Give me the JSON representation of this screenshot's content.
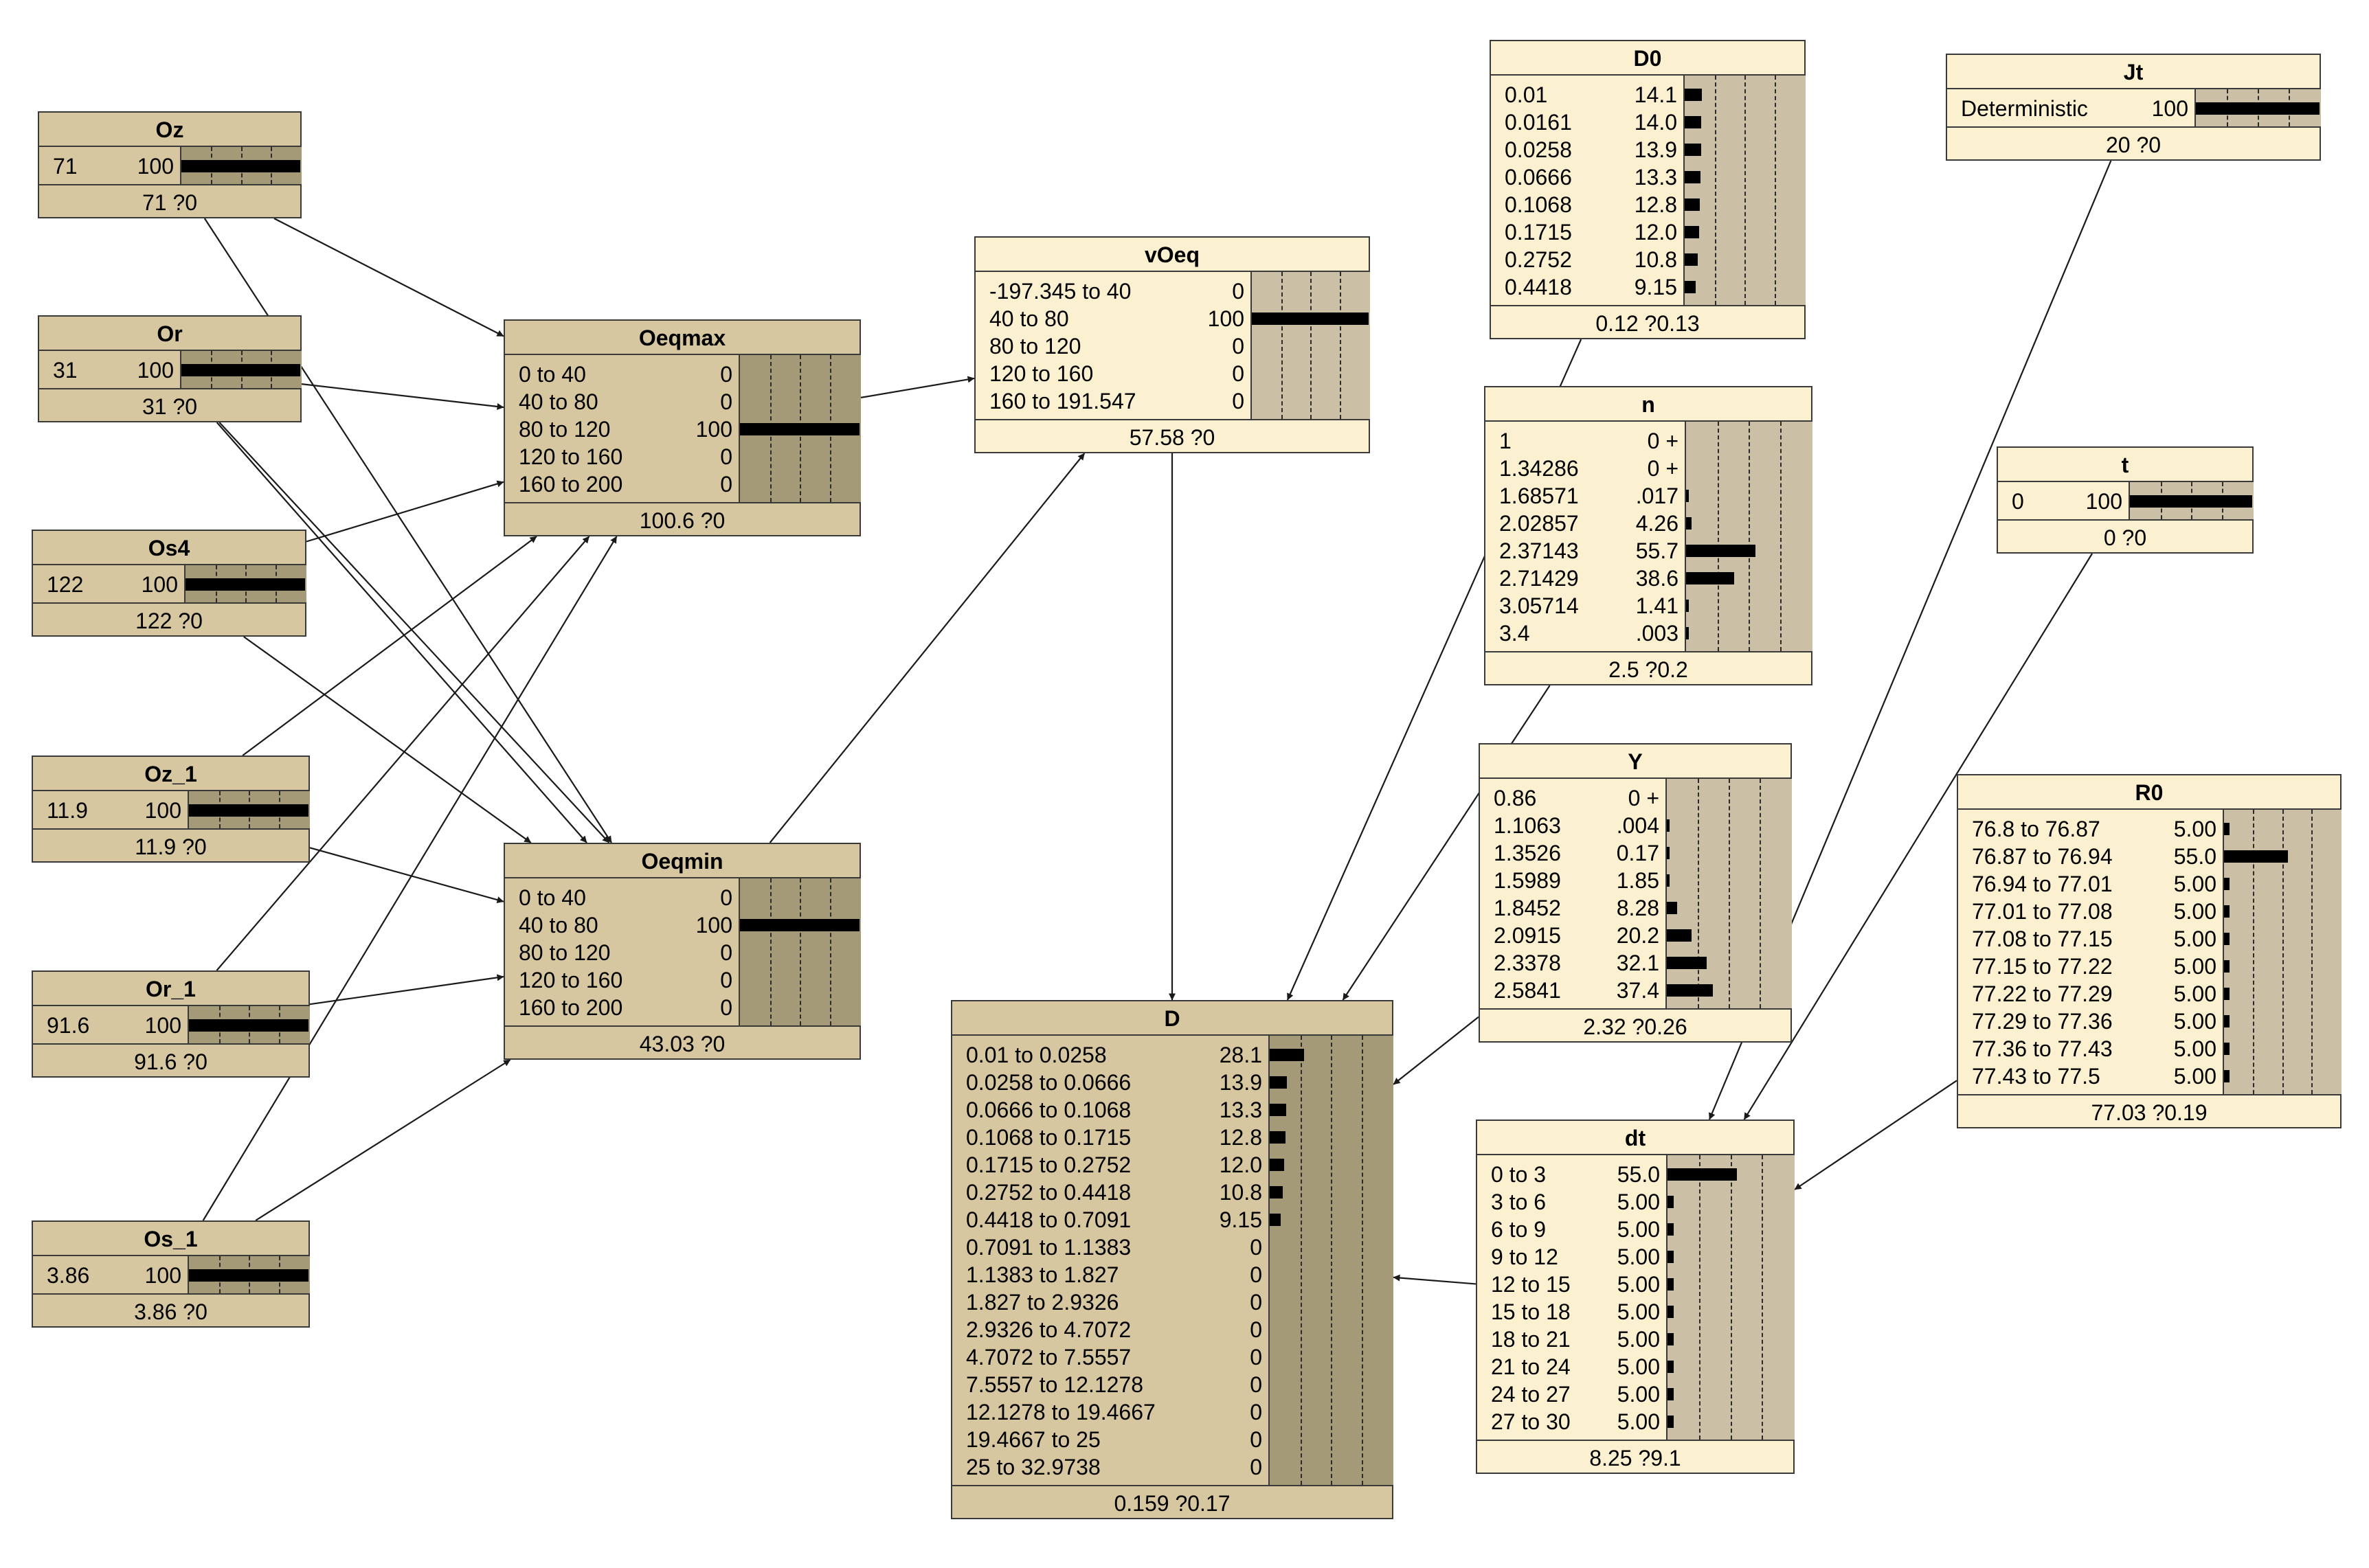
{
  "nodes": [
    {
      "id": "Oz",
      "title": "Oz",
      "style": "tan",
      "states": [
        {
          "label": "71",
          "value": "100",
          "pct": 100
        }
      ],
      "footer": "71 ?0"
    },
    {
      "id": "Or",
      "title": "Or",
      "style": "tan",
      "states": [
        {
          "label": "31",
          "value": "100",
          "pct": 100
        }
      ],
      "footer": "31 ?0"
    },
    {
      "id": "Os4",
      "title": "Os4",
      "style": "tan",
      "states": [
        {
          "label": "122",
          "value": "100",
          "pct": 100
        }
      ],
      "footer": "122 ?0"
    },
    {
      "id": "Oz_1",
      "title": "Oz_1",
      "style": "tan",
      "states": [
        {
          "label": "11.9",
          "value": "100",
          "pct": 100
        }
      ],
      "footer": "11.9 ?0"
    },
    {
      "id": "Or_1",
      "title": "Or_1",
      "style": "tan",
      "states": [
        {
          "label": "91.6",
          "value": "100",
          "pct": 100
        }
      ],
      "footer": "91.6 ?0"
    },
    {
      "id": "Os_1",
      "title": "Os_1",
      "style": "tan",
      "states": [
        {
          "label": "3.86",
          "value": "100",
          "pct": 100
        }
      ],
      "footer": "3.86 ?0"
    },
    {
      "id": "Oeqmax",
      "title": "Oeqmax",
      "style": "tan",
      "states": [
        {
          "label": "0 to 40",
          "value": "0",
          "pct": 0
        },
        {
          "label": "40 to 80",
          "value": "0",
          "pct": 0
        },
        {
          "label": "80 to 120",
          "value": "100",
          "pct": 100
        },
        {
          "label": "120 to 160",
          "value": "0",
          "pct": 0
        },
        {
          "label": "160 to 200",
          "value": "0",
          "pct": 0
        }
      ],
      "footer": "100.6 ?0"
    },
    {
      "id": "Oeqmin",
      "title": "Oeqmin",
      "style": "tan",
      "states": [
        {
          "label": "0 to 40",
          "value": "0",
          "pct": 0
        },
        {
          "label": "40 to 80",
          "value": "100",
          "pct": 100
        },
        {
          "label": "80 to 120",
          "value": "0",
          "pct": 0
        },
        {
          "label": "120 to 160",
          "value": "0",
          "pct": 0
        },
        {
          "label": "160 to 200",
          "value": "0",
          "pct": 0
        }
      ],
      "footer": "43.03 ?0"
    },
    {
      "id": "vOeq",
      "title": "vOeq",
      "style": "cream",
      "states": [
        {
          "label": "-197.345 to 40",
          "value": "0",
          "pct": 0
        },
        {
          "label": "40 to 80",
          "value": "100",
          "pct": 100
        },
        {
          "label": "80 to 120",
          "value": "0",
          "pct": 0
        },
        {
          "label": "120 to 160",
          "value": "0",
          "pct": 0
        },
        {
          "label": "160 to 191.547",
          "value": "0",
          "pct": 0
        }
      ],
      "footer": "57.58 ?0"
    },
    {
      "id": "D",
      "title": "D",
      "style": "tan",
      "states": [
        {
          "label": "0.01 to 0.0258",
          "value": "28.1",
          "pct": 28.1
        },
        {
          "label": "0.0258 to 0.0666",
          "value": "13.9",
          "pct": 13.9
        },
        {
          "label": "0.0666 to 0.1068",
          "value": "13.3",
          "pct": 13.3
        },
        {
          "label": "0.1068 to 0.1715",
          "value": "12.8",
          "pct": 12.8
        },
        {
          "label": "0.1715 to 0.2752",
          "value": "12.0",
          "pct": 12.0
        },
        {
          "label": "0.2752 to 0.4418",
          "value": "10.8",
          "pct": 10.8
        },
        {
          "label": "0.4418 to 0.7091",
          "value": "9.15",
          "pct": 9.15
        },
        {
          "label": "0.7091 to 1.1383",
          "value": "0",
          "pct": 0
        },
        {
          "label": "1.1383 to 1.827",
          "value": "0",
          "pct": 0
        },
        {
          "label": "1.827 to 2.9326",
          "value": "0",
          "pct": 0
        },
        {
          "label": "2.9326 to 4.7072",
          "value": "0",
          "pct": 0
        },
        {
          "label": "4.7072 to 7.5557",
          "value": "0",
          "pct": 0
        },
        {
          "label": "7.5557 to 12.1278",
          "value": "0",
          "pct": 0
        },
        {
          "label": "12.1278 to 19.4667",
          "value": "0",
          "pct": 0
        },
        {
          "label": "19.4667 to 25",
          "value": "0",
          "pct": 0
        },
        {
          "label": "25 to 32.9738",
          "value": "0",
          "pct": 0
        }
      ],
      "footer": "0.159 ?0.17"
    },
    {
      "id": "D0",
      "title": "D0",
      "style": "cream",
      "states": [
        {
          "label": "0.01",
          "value": "14.1",
          "pct": 14.1
        },
        {
          "label": "0.0161",
          "value": "14.0",
          "pct": 14.0
        },
        {
          "label": "0.0258",
          "value": "13.9",
          "pct": 13.9
        },
        {
          "label": "0.0666",
          "value": "13.3",
          "pct": 13.3
        },
        {
          "label": "0.1068",
          "value": "12.8",
          "pct": 12.8
        },
        {
          "label": "0.1715",
          "value": "12.0",
          "pct": 12.0
        },
        {
          "label": "0.2752",
          "value": "10.8",
          "pct": 10.8
        },
        {
          "label": "0.4418",
          "value": "9.15",
          "pct": 9.15
        }
      ],
      "footer": "0.12 ?0.13"
    },
    {
      "id": "n",
      "title": "n",
      "style": "cream",
      "states": [
        {
          "label": "1",
          "value": "0 +",
          "pct": 0
        },
        {
          "label": "1.34286",
          "value": "0 +",
          "pct": 0
        },
        {
          "label": "1.68571",
          "value": ".017",
          "pct": 0.017
        },
        {
          "label": "2.02857",
          "value": "4.26",
          "pct": 4.26
        },
        {
          "label": "2.37143",
          "value": "55.7",
          "pct": 55.7
        },
        {
          "label": "2.71429",
          "value": "38.6",
          "pct": 38.6
        },
        {
          "label": "3.05714",
          "value": "1.41",
          "pct": 1.41
        },
        {
          "label": "3.4",
          "value": ".003",
          "pct": 0.003
        }
      ],
      "footer": "2.5 ?0.2"
    },
    {
      "id": "Y",
      "title": "Y",
      "style": "cream",
      "states": [
        {
          "label": "0.86",
          "value": "0 +",
          "pct": 0
        },
        {
          "label": "1.1063",
          "value": ".004",
          "pct": 0.004
        },
        {
          "label": "1.3526",
          "value": "0.17",
          "pct": 0.17
        },
        {
          "label": "1.5989",
          "value": "1.85",
          "pct": 1.85
        },
        {
          "label": "1.8452",
          "value": "8.28",
          "pct": 8.28
        },
        {
          "label": "2.0915",
          "value": "20.2",
          "pct": 20.2
        },
        {
          "label": "2.3378",
          "value": "32.1",
          "pct": 32.1
        },
        {
          "label": "2.5841",
          "value": "37.4",
          "pct": 37.4
        }
      ],
      "footer": "2.32 ?0.26"
    },
    {
      "id": "Jt",
      "title": "Jt",
      "style": "cream",
      "states": [
        {
          "label": "Deterministic",
          "value": "100",
          "pct": 100
        }
      ],
      "footer": "20 ?0"
    },
    {
      "id": "t",
      "title": "t",
      "style": "cream",
      "states": [
        {
          "label": "0",
          "value": "100",
          "pct": 100
        }
      ],
      "footer": "0 ?0"
    },
    {
      "id": "R0",
      "title": "R0",
      "style": "cream",
      "states": [
        {
          "label": "76.8 to 76.87",
          "value": "5.00",
          "pct": 5
        },
        {
          "label": "76.87 to 76.94",
          "value": "55.0",
          "pct": 55
        },
        {
          "label": "76.94 to 77.01",
          "value": "5.00",
          "pct": 5
        },
        {
          "label": "77.01 to 77.08",
          "value": "5.00",
          "pct": 5
        },
        {
          "label": "77.08 to 77.15",
          "value": "5.00",
          "pct": 5
        },
        {
          "label": "77.15 to 77.22",
          "value": "5.00",
          "pct": 5
        },
        {
          "label": "77.22 to 77.29",
          "value": "5.00",
          "pct": 5
        },
        {
          "label": "77.29 to 77.36",
          "value": "5.00",
          "pct": 5
        },
        {
          "label": "77.36 to 77.43",
          "value": "5.00",
          "pct": 5
        },
        {
          "label": "77.43 to 77.5",
          "value": "5.00",
          "pct": 5
        }
      ],
      "footer": "77.03 ?0.19"
    },
    {
      "id": "dt",
      "title": "dt",
      "style": "cream",
      "states": [
        {
          "label": "0 to 3",
          "value": "55.0",
          "pct": 55
        },
        {
          "label": "3 to 6",
          "value": "5.00",
          "pct": 5
        },
        {
          "label": "6 to 9",
          "value": "5.00",
          "pct": 5
        },
        {
          "label": "9 to 12",
          "value": "5.00",
          "pct": 5
        },
        {
          "label": "12 to 15",
          "value": "5.00",
          "pct": 5
        },
        {
          "label": "15 to 18",
          "value": "5.00",
          "pct": 5
        },
        {
          "label": "18 to 21",
          "value": "5.00",
          "pct": 5
        },
        {
          "label": "21 to 24",
          "value": "5.00",
          "pct": 5
        },
        {
          "label": "24 to 27",
          "value": "5.00",
          "pct": 5
        },
        {
          "label": "27 to 30",
          "value": "5.00",
          "pct": 5
        }
      ],
      "footer": "8.25 ?9.1"
    }
  ],
  "links": [
    {
      "from": "Oz",
      "to": "Oeqmax"
    },
    {
      "from": "Oz",
      "to": "Oeqmin"
    },
    {
      "from": "Or",
      "to": "Oeqmax"
    },
    {
      "from": "Or",
      "to": "Oeqmin"
    },
    {
      "from": "Or",
      "to": "Oeqmin"
    },
    {
      "from": "Os4",
      "to": "Oeqmax"
    },
    {
      "from": "Os4",
      "to": "Oeqmin"
    },
    {
      "from": "Oz_1",
      "to": "Oeqmax"
    },
    {
      "from": "Oz_1",
      "to": "Oeqmin"
    },
    {
      "from": "Or_1",
      "to": "Oeqmax"
    },
    {
      "from": "Or_1",
      "to": "Oeqmin"
    },
    {
      "from": "Os_1",
      "to": "Oeqmax"
    },
    {
      "from": "Os_1",
      "to": "Oeqmin"
    },
    {
      "from": "Oeqmax",
      "to": "vOeq"
    },
    {
      "from": "Oeqmin",
      "to": "vOeq"
    },
    {
      "from": "vOeq",
      "to": "D"
    },
    {
      "from": "D0",
      "to": "D"
    },
    {
      "from": "n",
      "to": "D"
    },
    {
      "from": "Y",
      "to": "D"
    },
    {
      "from": "dt",
      "to": "D"
    },
    {
      "from": "Jt",
      "to": "dt"
    },
    {
      "from": "t",
      "to": "dt"
    },
    {
      "from": "R0",
      "to": "dt"
    }
  ]
}
